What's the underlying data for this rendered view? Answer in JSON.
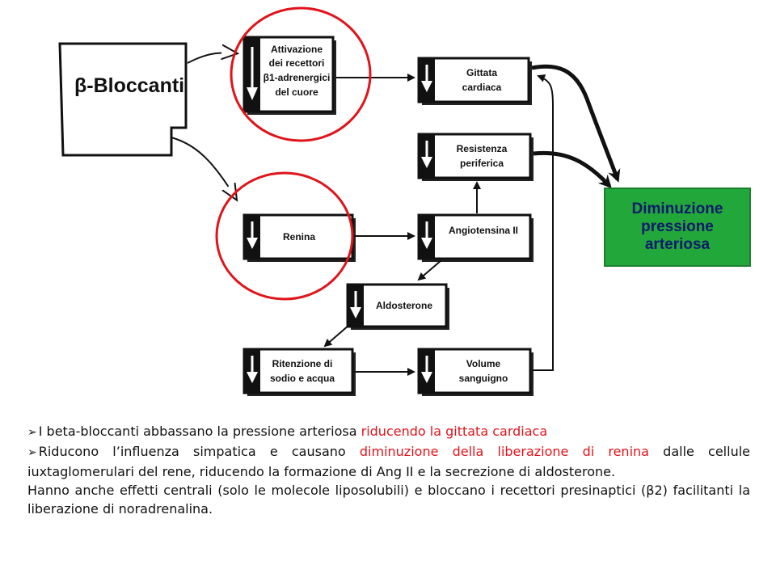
{
  "diagram": {
    "beta_blockers": "β-Bloccanti",
    "boxes": {
      "activation": [
        "Attivazione",
        "dei recettori",
        "β1-adrenergici",
        "del cuore"
      ],
      "cardiac_output": [
        "Gittata",
        "cardiaca"
      ],
      "peripheral_resistance": [
        "Resistenza",
        "periferica"
      ],
      "renin": "Renina",
      "angiotensin": "Angiotensina II",
      "aldosterone": "Aldosterone",
      "retention": [
        "Ritenzione di",
        "sodio e acqua"
      ],
      "blood_volume": [
        "Volume",
        "sanguigno"
      ]
    },
    "result": [
      "Diminuzione",
      "pressione",
      "arteriosa"
    ]
  },
  "text": {
    "bullet1_prefix": "I beta-bloccanti abbassano la pressione arteriosa ",
    "bullet1_highlight": "riducendo la gittata cardiaca",
    "bullet2_prefix": "Riducono l’influenza simpatica e causano ",
    "bullet2_highlight": "diminuzione della liberazione di renina",
    "bullet2_suffix": " dalle cellule iuxtaglomerulari del rene, riducendo la formazione di Ang II e la secrezione di aldosterone.",
    "paragraph": "Hanno anche effetti centrali (solo le molecole liposolubili) e bloccano i recettori presinaptici (β2) facilitanti la liberazione di noradrenalina."
  },
  "colors": {
    "highlight": "#e0141b",
    "result_bg": "#22a83a",
    "result_text": "#0b1a6b",
    "circle": "#e0141b"
  }
}
